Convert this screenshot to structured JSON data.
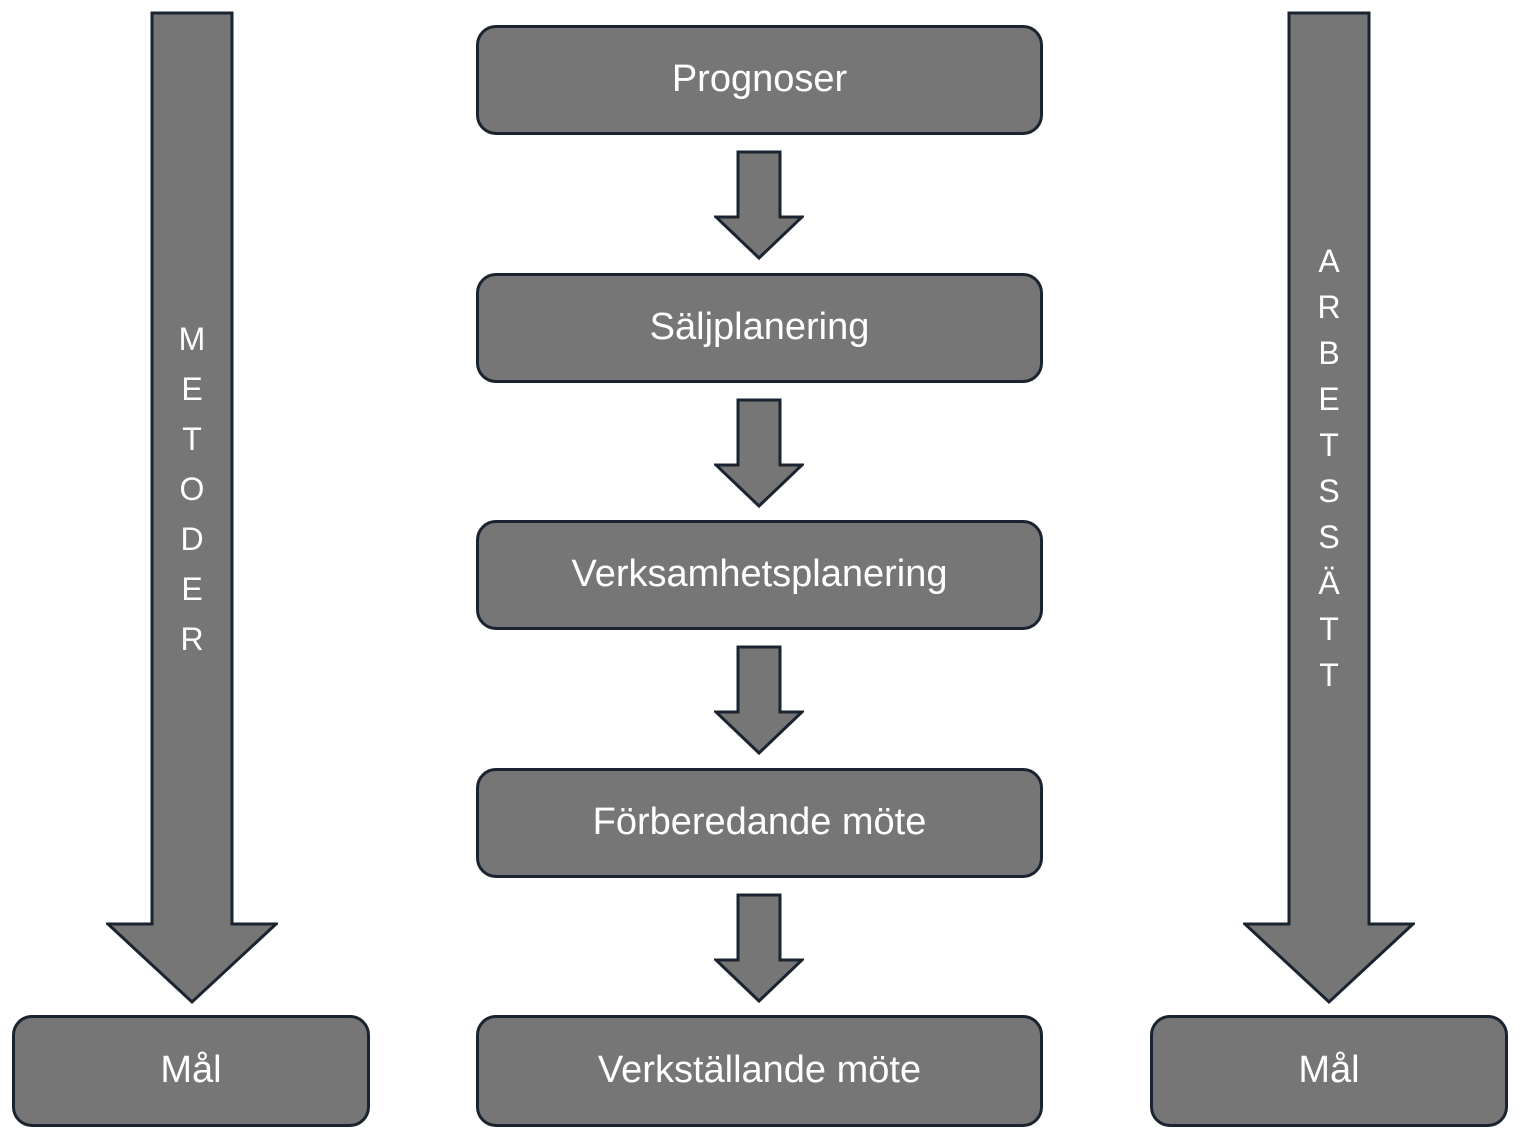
{
  "colors": {
    "background": "#ffffff",
    "shape_fill": "#767676",
    "shape_border": "#1a2430",
    "text": "#ffffff"
  },
  "left_column": {
    "arrow_label": "METODER",
    "goal_label": "Mål"
  },
  "center_flow": {
    "steps": [
      "Prognoser",
      "Säljplanering",
      "Verksamhetsplanering",
      "Förberedande möte",
      "Verkställande möte"
    ]
  },
  "right_column": {
    "arrow_label": "ARBETSSÄTT",
    "goal_label": "Mål"
  }
}
